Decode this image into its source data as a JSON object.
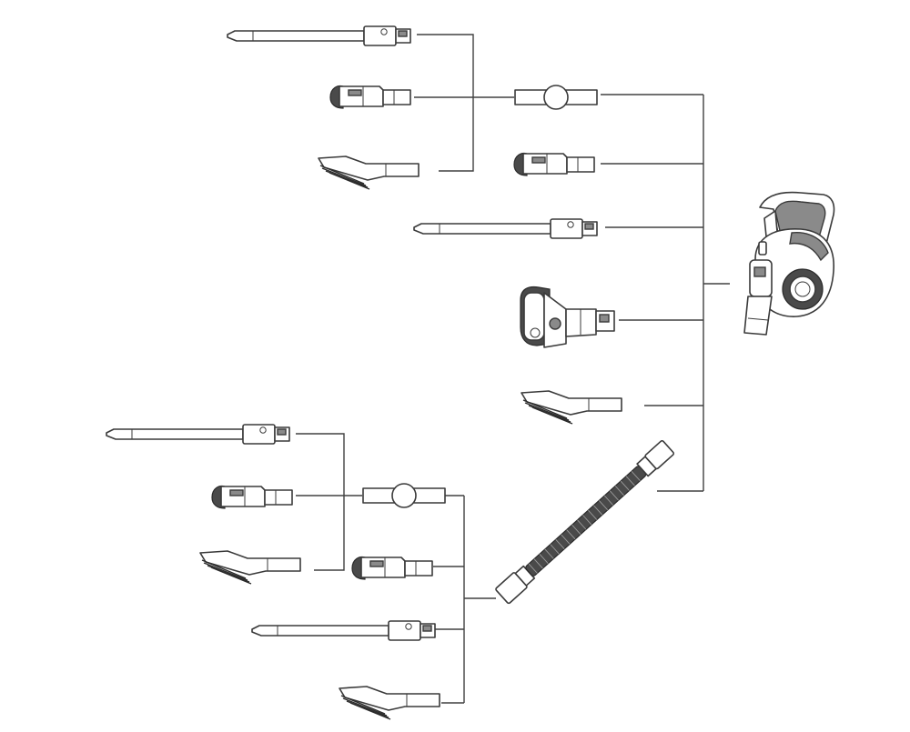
{
  "diagram": {
    "parts": {
      "main_unit": "handheld-vacuum-main-unit",
      "hose": "flexible-extension-hose",
      "adapters": [
        "y-adapter-top",
        "y-adapter-bottom"
      ],
      "tools": [
        "crevice-tool",
        "dusting-brush",
        "wide-brush",
        "motorized-mini-brush"
      ]
    },
    "colors": {
      "line": "#404040",
      "accent_grey": "#8a8a8a",
      "dark": "#4a4a4a",
      "background": "#ffffff"
    }
  }
}
